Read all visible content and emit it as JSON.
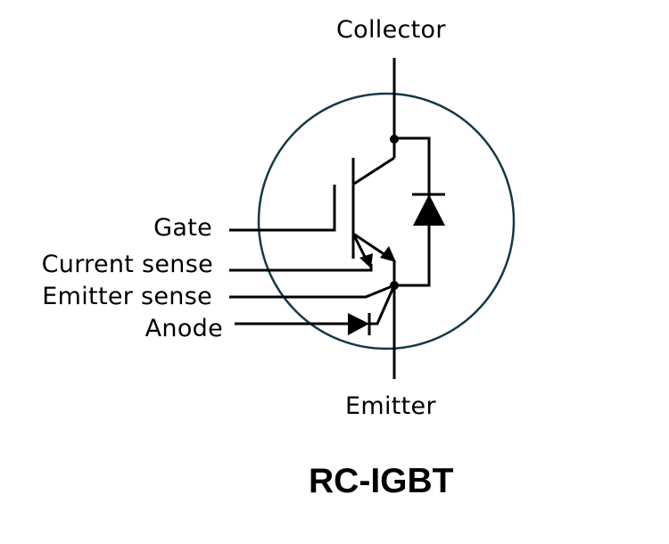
{
  "diagram": {
    "title": "RC-IGBT",
    "type": "circuit-symbol",
    "device": "Reverse-conducting IGBT with current sense, emitter sense and temperature-sense diode",
    "terminals": {
      "collector": "Collector",
      "emitter": "Emitter",
      "gate": "Gate",
      "current_sense": "Current sense",
      "emitter_sense": "Emitter sense",
      "anode": "Anode"
    },
    "components": [
      {
        "name": "IGBT",
        "connections": [
          "Collector",
          "Gate",
          "Emitter",
          "Current sense"
        ]
      },
      {
        "name": "Freewheeling diode",
        "anode_to": "Emitter",
        "cathode_to": "Collector"
      },
      {
        "name": "Sense diode",
        "anode_to": "Anode",
        "cathode_to": "Emitter"
      }
    ],
    "colors": {
      "stroke": "#000000",
      "enclosure": "#15394a",
      "background": "#ffffff"
    }
  }
}
